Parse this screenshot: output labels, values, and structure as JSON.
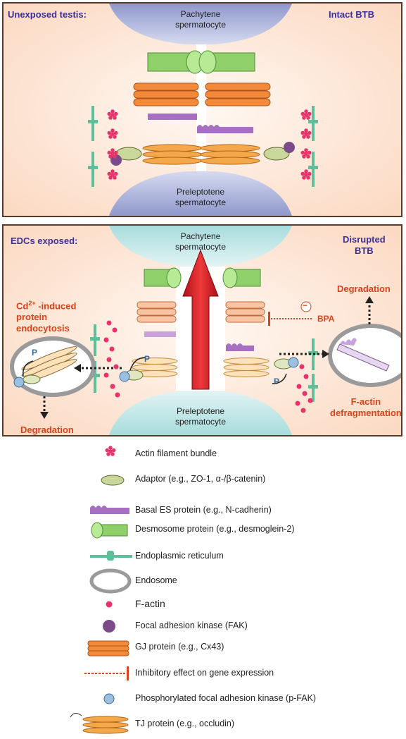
{
  "top_panel": {
    "left_title": "Unexposed testis:",
    "right_title": "Intact BTB",
    "top_cell": [
      "Pachytene",
      "spermatocyte"
    ],
    "bottom_cell": [
      "Preleptotene",
      "spermatocyte"
    ]
  },
  "bottom_panel": {
    "left_title": "EDCs exposed:",
    "right_title": [
      "Disrupted",
      "BTB"
    ],
    "top_cell": [
      "Pachytene",
      "spermatocyte"
    ],
    "bottom_cell": [
      "Preleptotene",
      "spermatocyte"
    ],
    "cd_label": [
      "Cd",
      "2+",
      " -induced",
      "protein",
      "endocytosis"
    ],
    "degradation_left": "Degradation",
    "degradation_right": "Degradation",
    "bpa_label": "BPA",
    "minus_sign": "−",
    "p_label": "P",
    "factin_label": [
      "F-actin",
      "defragmentation"
    ]
  },
  "legend": {
    "items": [
      {
        "icon": "actin-bundle",
        "label": "Actin filament bundle"
      },
      {
        "icon": "adaptor",
        "label": "Adaptor (e.g., ZO-1, α-/β-catenin)"
      },
      {
        "icon": "basal-es",
        "label": "Basal ES protein (e.g., N-cadherin)"
      },
      {
        "icon": "desmosome",
        "label": "Desmosome protein (e.g., desmoglein-2)"
      },
      {
        "icon": "er",
        "label": "Endoplasmic reticulum"
      },
      {
        "icon": "endosome",
        "label": "Endosome"
      },
      {
        "icon": "f-actin",
        "label": "F-actin"
      },
      {
        "icon": "fak",
        "label": "Focal adhesion kinase (FAK)"
      },
      {
        "icon": "gj",
        "label": "GJ protein (e.g., Cx43)"
      },
      {
        "icon": "inhibitory",
        "label": "Inhibitory effect on gene expression"
      },
      {
        "icon": "p-fak",
        "label": "Phosphorylated focal adhesion kinase (p-FAK)"
      },
      {
        "icon": "tj",
        "label": "TJ protein (e.g., occludin)"
      }
    ]
  },
  "colors": {
    "panel_bg": "#fde6d6",
    "cell_top": "#aeb6dc",
    "cell_bottom_panel": "#bfe3e3",
    "orange": "#f28a3a",
    "green": "#8fd06a",
    "purple": "#a66fc2",
    "red": "#e2323a",
    "pink": "#e8326a"
  }
}
